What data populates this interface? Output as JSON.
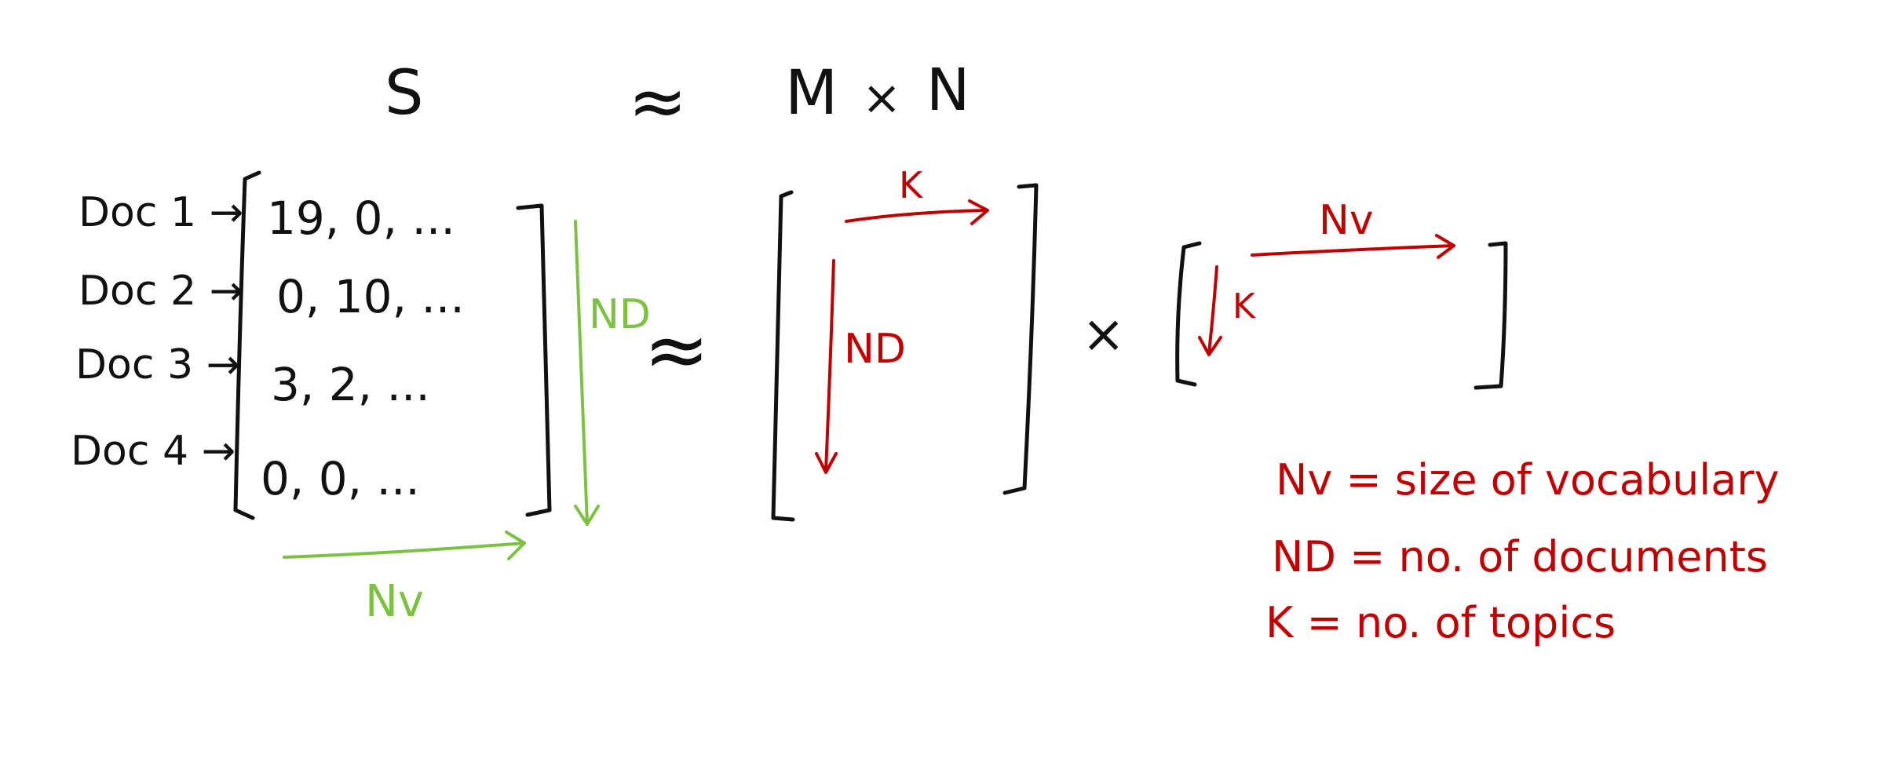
{
  "header": {
    "s": "S",
    "approx": "≈",
    "m": "M",
    "times": "×",
    "n": "N"
  },
  "matrix_s": {
    "doc_labels": [
      "Doc 1 →",
      "Doc 2 →",
      "Doc 3 →",
      "Doc 4 →"
    ],
    "rows": [
      "19, 0, ...",
      "0, 10, ...",
      "3, 2, ...",
      "0, 0, ..."
    ],
    "col_label": "Nv",
    "row_label": "ND"
  },
  "between": {
    "approx": "≈",
    "times": "×"
  },
  "matrix_m": {
    "col_label": "K",
    "row_label": "ND"
  },
  "matrix_n": {
    "col_label": "Nv",
    "row_label": "K"
  },
  "legend": {
    "items": [
      "Nv = size of vocabulary",
      "ND = no. of documents",
      "K = no. of topics"
    ]
  },
  "colors": {
    "ink_black": "#111111",
    "ink_red": "#c00000",
    "ink_green": "#7cc242",
    "background": "#ffffff"
  }
}
